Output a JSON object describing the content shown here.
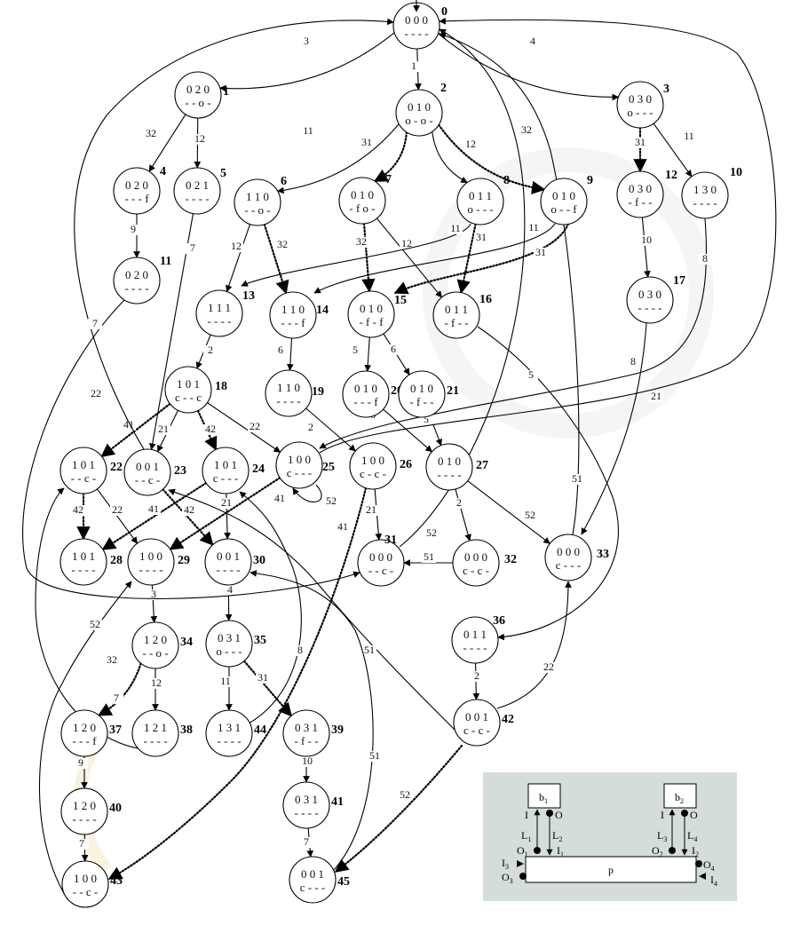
{
  "nodes": [
    {
      "id": "0",
      "s1": "0 0 0",
      "s2": "- - - -"
    },
    {
      "id": "1",
      "s1": "0 2 0",
      "s2": "- - o -"
    },
    {
      "id": "2",
      "s1": "0 1 0",
      "s2": "o - o -"
    },
    {
      "id": "3",
      "s1": "0 3 0",
      "s2": "o - - -"
    },
    {
      "id": "4",
      "s1": "0 2 0",
      "s2": "- - - f"
    },
    {
      "id": "5",
      "s1": "0 2 1",
      "s2": "- - - -"
    },
    {
      "id": "6",
      "s1": "1 1 0",
      "s2": "- - o -"
    },
    {
      "id": "7",
      "s1": "0 1 0",
      "s2": "- f o -"
    },
    {
      "id": "8",
      "s1": "0 1 1",
      "s2": "o - - -"
    },
    {
      "id": "9",
      "s1": "0 1 0",
      "s2": "o - - f"
    },
    {
      "id": "10",
      "s1": "1 3 0",
      "s2": "- - - -"
    },
    {
      "id": "11",
      "s1": "0 2 0",
      "s2": "- - - -"
    },
    {
      "id": "12",
      "s1": "0 3 0",
      "s2": "- f - -"
    },
    {
      "id": "13",
      "s1": "1 1 1",
      "s2": "- - - -"
    },
    {
      "id": "14",
      "s1": "1 1 0",
      "s2": "- - - f"
    },
    {
      "id": "15",
      "s1": "0 1 0",
      "s2": "- f - f"
    },
    {
      "id": "16",
      "s1": "0 1 1",
      "s2": "- f - -"
    },
    {
      "id": "17",
      "s1": "0 3 0",
      "s2": "- - - -"
    },
    {
      "id": "18",
      "s1": "1 0 1",
      "s2": "c - - c"
    },
    {
      "id": "19",
      "s1": "1 1 0",
      "s2": "- - - -"
    },
    {
      "id": "20",
      "s1": "0 1 0",
      "s2": "- - - f"
    },
    {
      "id": "21",
      "s1": "0 1 0",
      "s2": "- f - -"
    },
    {
      "id": "22",
      "s1": "1 0 1",
      "s2": "- - c -"
    },
    {
      "id": "23",
      "s1": "0 0 1",
      "s2": "- - c -"
    },
    {
      "id": "24",
      "s1": "1 0 1",
      "s2": "c - - -"
    },
    {
      "id": "25",
      "s1": "1 0 0",
      "s2": "c - - -"
    },
    {
      "id": "26",
      "s1": "1 0 0",
      "s2": "c - c -"
    },
    {
      "id": "27",
      "s1": "0 1 0",
      "s2": "- - - -"
    },
    {
      "id": "28",
      "s1": "1 0 1",
      "s2": "- - - -"
    },
    {
      "id": "29",
      "s1": "1 0 0",
      "s2": "- - - -"
    },
    {
      "id": "30",
      "s1": "0 0 1",
      "s2": "- - - -"
    },
    {
      "id": "31",
      "s1": "0 0 0",
      "s2": "- - c -"
    },
    {
      "id": "32",
      "s1": "0 0 0",
      "s2": "c - c -"
    },
    {
      "id": "33",
      "s1": "0 0 0",
      "s2": "c - - -"
    },
    {
      "id": "34",
      "s1": "1 2 0",
      "s2": "- - o -"
    },
    {
      "id": "35",
      "s1": "0 3 1",
      "s2": "o - - -"
    },
    {
      "id": "36",
      "s1": "0 1 1",
      "s2": "- - - -"
    },
    {
      "id": "37",
      "s1": "1 2 0",
      "s2": "- - - f"
    },
    {
      "id": "38",
      "s1": "1 2 1",
      "s2": "- - - -"
    },
    {
      "id": "39",
      "s1": "0 3 1",
      "s2": "- f - -"
    },
    {
      "id": "40",
      "s1": "1 2 0",
      "s2": "- - - -"
    },
    {
      "id": "41",
      "s1": "0 3 1",
      "s2": "- - - -"
    },
    {
      "id": "42",
      "s1": "0 0 1",
      "s2": "c - c -"
    },
    {
      "id": "43",
      "s1": "1 0 0",
      "s2": "- - c -"
    },
    {
      "id": "44",
      "s1": "1 3 1",
      "s2": "- - - -"
    },
    {
      "id": "45",
      "s1": "0 0 1",
      "s2": "c - - -"
    }
  ],
  "edges": [
    {
      "from": "0",
      "to": "1",
      "label": "3",
      "style": "solid"
    },
    {
      "from": "0",
      "to": "2",
      "label": "1",
      "style": "solid"
    },
    {
      "from": "0",
      "to": "3",
      "label": "4",
      "style": "solid"
    },
    {
      "from": "1",
      "to": "4",
      "label": "32",
      "style": "solid"
    },
    {
      "from": "1",
      "to": "5",
      "label": "12",
      "style": "solid"
    },
    {
      "from": "2",
      "to": "6",
      "label": "11",
      "style": "solid"
    },
    {
      "from": "2",
      "to": "7",
      "label": "31",
      "style": "dotted"
    },
    {
      "from": "2",
      "to": "8",
      "label": "12",
      "style": "solid"
    },
    {
      "from": "2",
      "to": "9",
      "label": "32",
      "style": "dotted"
    },
    {
      "from": "3",
      "to": "12",
      "label": "31",
      "style": "dotted"
    },
    {
      "from": "3",
      "to": "10",
      "label": "11",
      "style": "solid"
    },
    {
      "from": "4",
      "to": "11",
      "label": "9",
      "style": "solid"
    },
    {
      "from": "6",
      "to": "13",
      "label": "12",
      "style": "solid"
    },
    {
      "from": "6",
      "to": "14",
      "label": "32",
      "style": "dotted"
    },
    {
      "from": "7",
      "to": "15",
      "label": "32",
      "style": "dotted"
    },
    {
      "from": "7",
      "to": "16",
      "label": "12",
      "style": "solid"
    },
    {
      "from": "8",
      "to": "13",
      "label": "11",
      "style": "solid"
    },
    {
      "from": "8",
      "to": "16",
      "label": "31",
      "style": "dotted"
    },
    {
      "from": "9",
      "to": "14",
      "label": "11",
      "style": "solid"
    },
    {
      "from": "9",
      "to": "15",
      "label": "31",
      "style": "dotted"
    },
    {
      "from": "12",
      "to": "17",
      "label": "10",
      "style": "solid"
    },
    {
      "from": "13",
      "to": "18",
      "label": "2",
      "style": "solid"
    },
    {
      "from": "14",
      "to": "19",
      "label": "6",
      "style": "solid"
    },
    {
      "from": "15",
      "to": "20",
      "label": "5",
      "style": "solid"
    },
    {
      "from": "15",
      "to": "21",
      "label": "6",
      "style": "solid"
    },
    {
      "from": "18",
      "to": "22",
      "label": "41",
      "style": "dotted"
    },
    {
      "from": "18",
      "to": "23",
      "label": "21",
      "style": "solid"
    },
    {
      "from": "18",
      "to": "24",
      "label": "42",
      "style": "dotted"
    },
    {
      "from": "18",
      "to": "25",
      "label": "22",
      "style": "solid"
    },
    {
      "from": "19",
      "to": "26",
      "label": "2",
      "style": "solid"
    },
    {
      "from": "20",
      "to": "27",
      "label": "6",
      "style": "solid"
    },
    {
      "from": "21",
      "to": "27",
      "label": "5",
      "style": "solid"
    },
    {
      "from": "22",
      "to": "28",
      "label": "42",
      "style": "dotted"
    },
    {
      "from": "22",
      "to": "29",
      "label": "22",
      "style": "solid"
    },
    {
      "from": "24",
      "to": "28",
      "label": "41",
      "style": "dotted"
    },
    {
      "from": "24",
      "to": "30",
      "label": "21",
      "style": "solid"
    },
    {
      "from": "23",
      "to": "30",
      "label": "42",
      "style": "dotted"
    },
    {
      "from": "25",
      "to": "29",
      "label": "41",
      "style": "dotted"
    },
    {
      "from": "26",
      "to": "31",
      "label": "21",
      "style": "solid"
    },
    {
      "from": "26",
      "to": "43",
      "label": "41",
      "style": "dotted"
    },
    {
      "from": "27",
      "to": "32",
      "label": "2",
      "style": "solid"
    },
    {
      "from": "27",
      "to": "33",
      "label": "52",
      "style": "solid"
    },
    {
      "from": "29",
      "to": "34",
      "label": "3",
      "style": "solid"
    },
    {
      "from": "30",
      "to": "35",
      "label": "4",
      "style": "solid"
    },
    {
      "from": "32",
      "to": "31",
      "label": "51",
      "style": "solid"
    },
    {
      "from": "34",
      "to": "37",
      "label": "32",
      "style": "dotted"
    },
    {
      "from": "34",
      "to": "38",
      "label": "12",
      "style": "solid"
    },
    {
      "from": "35",
      "to": "44",
      "label": "11",
      "style": "solid"
    },
    {
      "from": "35",
      "to": "39",
      "label": "31",
      "style": "dotted"
    },
    {
      "from": "36",
      "to": "42",
      "label": "2",
      "style": "solid"
    },
    {
      "from": "37",
      "to": "40",
      "label": "9",
      "style": "solid"
    },
    {
      "from": "39",
      "to": "41",
      "label": "10",
      "style": "solid"
    },
    {
      "from": "40",
      "to": "43",
      "label": "7",
      "style": "solid"
    },
    {
      "from": "41",
      "to": "45",
      "label": "7",
      "style": "solid"
    },
    {
      "from": "42",
      "to": "33",
      "label": "22",
      "style": "solid"
    },
    {
      "from": "42",
      "to": "45",
      "label": "52",
      "style": "dotted"
    },
    {
      "from": "5",
      "to": "23",
      "label": "7",
      "style": "solid"
    },
    {
      "from": "10",
      "to": "25",
      "label": "8",
      "style": "solid"
    },
    {
      "from": "17",
      "to": "33",
      "label": "8",
      "style": "solid"
    },
    {
      "from": "16",
      "to": "36",
      "label": "5",
      "style": "solid"
    },
    {
      "from": "23",
      "to": "0",
      "label": "22",
      "style": "solid"
    },
    {
      "from": "27",
      "to": "0",
      "label": "21",
      "style": "solid"
    },
    {
      "from": "33",
      "to": "0",
      "label": "51",
      "style": "solid"
    },
    {
      "from": "31",
      "to": "0",
      "label": "52",
      "style": "solid"
    },
    {
      "from": "11",
      "to": "31",
      "label": "7",
      "style": "solid"
    },
    {
      "from": "44",
      "to": "24",
      "label": "8",
      "style": "solid"
    },
    {
      "from": "42",
      "to": "23",
      "label": "51",
      "style": "solid"
    },
    {
      "from": "45",
      "to": "30",
      "label": "51",
      "style": "solid"
    },
    {
      "from": "38",
      "to": "22",
      "label": "7",
      "style": "solid"
    },
    {
      "from": "43",
      "to": "29",
      "label": "52",
      "style": "solid"
    },
    {
      "from": "25",
      "to": "25",
      "label": "52",
      "style": "solid"
    }
  ],
  "legend": {
    "box1": "b",
    "box1_sub": "1",
    "box2": "b",
    "box2_sub": "2",
    "main": "p",
    "links": [
      "L",
      "L",
      "L",
      "L"
    ],
    "link_subs": [
      "1",
      "2",
      "3",
      "4"
    ],
    "port_I": "I",
    "port_O": "O",
    "ports": [
      {
        "t": "O",
        "s": "1"
      },
      {
        "t": "I",
        "s": "1"
      },
      {
        "t": "O",
        "s": "2"
      },
      {
        "t": "I",
        "s": "2"
      },
      {
        "t": "I",
        "s": "3"
      },
      {
        "t": "O",
        "s": "3"
      },
      {
        "t": "O",
        "s": "4"
      },
      {
        "t": "I",
        "s": "4"
      }
    ]
  }
}
